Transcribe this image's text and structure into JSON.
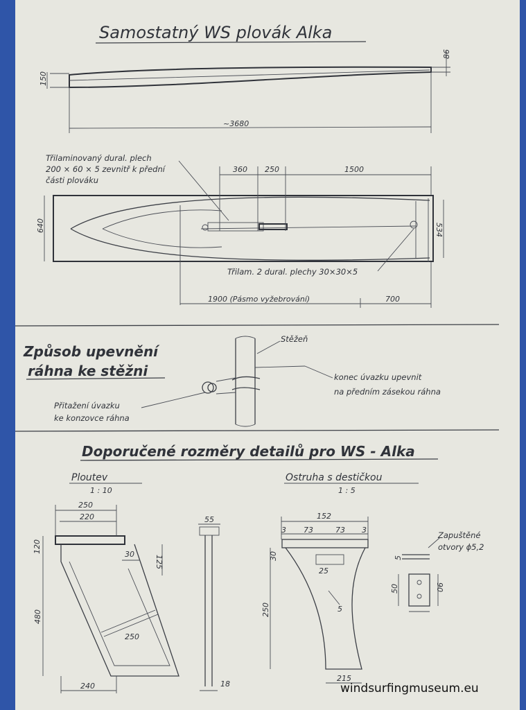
{
  "colors": {
    "background": "#2f55a8",
    "paper": "#e7e7e0",
    "ink": "#3c3f46"
  },
  "header": {
    "title": "Samostatný WS plovák Alka"
  },
  "side_view": {
    "height_left": "150",
    "height_right": "86",
    "length": "~3680"
  },
  "top_view": {
    "note_plate_line1": "Třilaminovaný dural. plech",
    "note_plate_line2": "200 × 60 × 5 zevnitř k přední",
    "note_plate_line3": "části plováku",
    "dim_360": "360",
    "dim_250": "250",
    "dim_1500": "1500",
    "width_left": "640",
    "width_right": "534",
    "note_strips": "Třilam. 2 dural. plechy 30×30×5",
    "dim_1900": "1900 (Pásmo vyžebrování)",
    "dim_700": "700"
  },
  "boom_section": {
    "title_line1": "Způsob upevnění",
    "title_line2": "ráhna ke stěžni",
    "mast_label": "Stěžeň",
    "label_right_line1": "konec úvazku upevnit",
    "label_right_line2": "na předním zásekou ráhna",
    "label_left_line1": "Přitažení úvazku",
    "label_left_line2": "ke konzovce ráhna"
  },
  "details": {
    "title": "Doporučené rozměry detailů pro WS - Alka",
    "fin": {
      "label": "Ploutev",
      "scale": "1 : 10",
      "dim_top_outer": "250",
      "dim_top_inner": "220",
      "dim_head": "120",
      "dim_30": "30",
      "dim_125": "125",
      "dim_480": "480",
      "dim_250_diag": "250",
      "dim_240": "240",
      "dim_55": "55",
      "dim_18": "18"
    },
    "skeg": {
      "label": "Ostruha s destičkou",
      "scale": "1 : 5",
      "dim_152": "152",
      "dim_3a": "3",
      "dim_73a": "73",
      "dim_73b": "73",
      "dim_3b": "3",
      "dim_30": "30",
      "dim_25": "25",
      "dim_250": "250",
      "dim_5": "5",
      "dim_215": "215",
      "note_line1": "Zapuštěné",
      "note_line2": "otvory ϕ5,2",
      "dim_plate_5": "5",
      "dim_plate_50": "50",
      "dim_plate_90": "90"
    }
  },
  "watermark": "windsurfingmuseum.eu"
}
